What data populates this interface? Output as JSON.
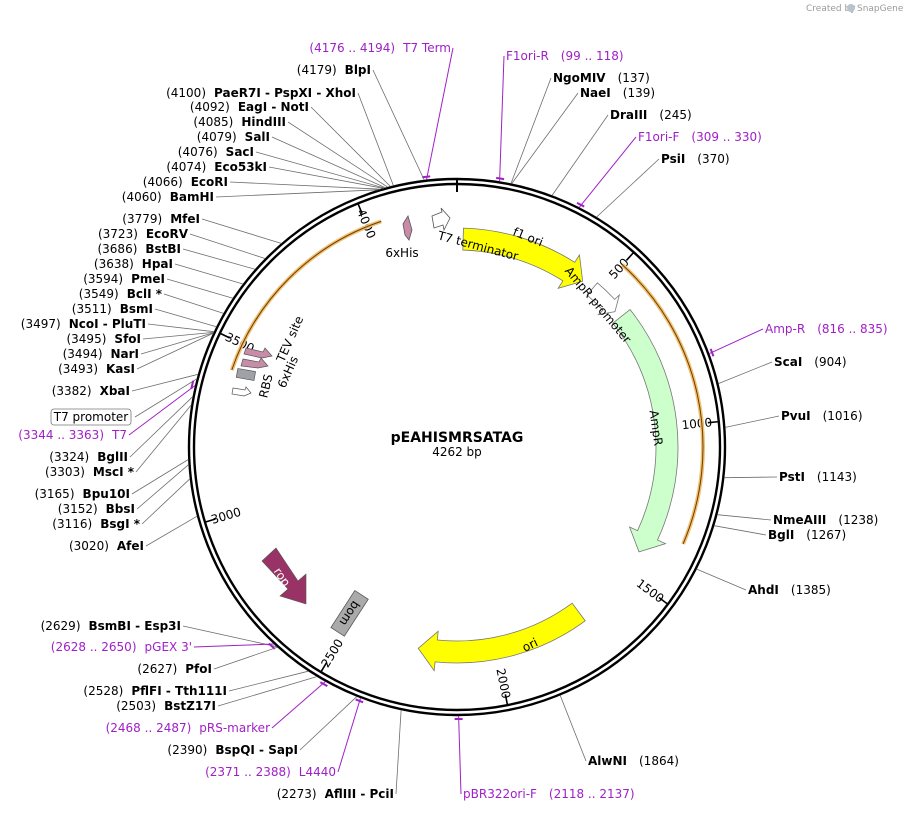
{
  "credit": {
    "text": "Created by",
    "brand": "SnapGene"
  },
  "plasmid": {
    "name": "pEAHISMRSATAG",
    "size_label": "4262 bp",
    "length": 4262
  },
  "scale_ticks": [
    "500",
    "1000",
    "1500",
    "2000",
    "2500",
    "3000",
    "3500",
    "4000"
  ],
  "colors": {
    "primer": "#a020c8",
    "ori": "#ffff00",
    "ampr": "#ccffcc",
    "rop": "#993366",
    "bom": "#aaaaaa",
    "orf": "#f0c070",
    "tag": "#c88ca8"
  },
  "right_labels": [
    {
      "type": "primer",
      "name": "F1ori-R",
      "range": "(99 .. 118)"
    },
    {
      "type": "enzyme",
      "name": "NgoMIV",
      "pos": "(137)"
    },
    {
      "type": "enzyme",
      "name": "NaeI",
      "pos": "(139)"
    },
    {
      "type": "enzyme",
      "name": "DraIII",
      "pos": "(245)"
    },
    {
      "type": "primer",
      "name": "F1ori-F",
      "range": "(309 .. 330)"
    },
    {
      "type": "enzyme",
      "name": "PsiI",
      "pos": "(370)"
    },
    {
      "type": "primer",
      "name": "Amp-R",
      "range": "(816 .. 835)"
    },
    {
      "type": "enzyme",
      "name": "ScaI",
      "pos": "(904)"
    },
    {
      "type": "enzyme",
      "name": "PvuI",
      "pos": "(1016)"
    },
    {
      "type": "enzyme",
      "name": "PstI",
      "pos": "(1143)"
    },
    {
      "type": "enzyme",
      "name": "NmeAIII",
      "pos": "(1238)"
    },
    {
      "type": "enzyme",
      "name": "BglI",
      "pos": "(1267)"
    },
    {
      "type": "enzyme",
      "name": "AhdI",
      "pos": "(1385)"
    },
    {
      "type": "enzyme",
      "name": "AlwNI",
      "pos": "(1864)"
    },
    {
      "type": "primer",
      "name": "pBR322ori-F",
      "range": "(2118 .. 2137)"
    }
  ],
  "left_labels": [
    {
      "type": "primer",
      "name": "T7 Term",
      "range": "(4176 .. 4194)"
    },
    {
      "type": "enzyme",
      "name": "BlpI",
      "pos": "(4179)"
    },
    {
      "type": "enzyme",
      "name": "PaeR7I  - PspXI  - XhoI",
      "pos": "(4100)"
    },
    {
      "type": "enzyme",
      "name": "EagI  - NotI",
      "pos": "(4092)"
    },
    {
      "type": "enzyme",
      "name": "HindIII",
      "pos": "(4085)"
    },
    {
      "type": "enzyme",
      "name": "SalI",
      "pos": "(4079)"
    },
    {
      "type": "enzyme",
      "name": "SacI",
      "pos": "(4076)"
    },
    {
      "type": "enzyme",
      "name": "Eco53kI",
      "pos": "(4074)"
    },
    {
      "type": "enzyme",
      "name": "EcoRI",
      "pos": "(4066)"
    },
    {
      "type": "enzyme",
      "name": "BamHI",
      "pos": "(4060)"
    },
    {
      "type": "enzyme",
      "name": "MfeI",
      "pos": "(3779)"
    },
    {
      "type": "enzyme",
      "name": "EcoRV",
      "pos": "(3723)"
    },
    {
      "type": "enzyme",
      "name": "BstBI",
      "pos": "(3686)"
    },
    {
      "type": "enzyme",
      "name": "HpaI",
      "pos": "(3638)"
    },
    {
      "type": "enzyme",
      "name": "PmeI",
      "pos": "(3594)"
    },
    {
      "type": "enzyme",
      "name": "BclI *",
      "pos": "(3549)"
    },
    {
      "type": "enzyme",
      "name": "BsmI",
      "pos": "(3511)"
    },
    {
      "type": "enzyme",
      "name": "NcoI  - PluTI",
      "pos": "(3497)"
    },
    {
      "type": "enzyme",
      "name": "SfoI",
      "pos": "(3495)"
    },
    {
      "type": "enzyme",
      "name": "NarI",
      "pos": "(3494)"
    },
    {
      "type": "enzyme",
      "name": "KasI",
      "pos": "(3493)"
    },
    {
      "type": "enzyme",
      "name": "XbaI",
      "pos": "(3382)"
    },
    {
      "type": "box",
      "name": "T7 promoter"
    },
    {
      "type": "primer",
      "name": "T7",
      "range": "(3344 .. 3363)"
    },
    {
      "type": "enzyme",
      "name": "BglII",
      "pos": "(3324)"
    },
    {
      "type": "enzyme",
      "name": "MscI *",
      "pos": "(3303)"
    },
    {
      "type": "enzyme",
      "name": "Bpu10I",
      "pos": "(3165)"
    },
    {
      "type": "enzyme",
      "name": "BbsI",
      "pos": "(3152)"
    },
    {
      "type": "enzyme",
      "name": "BsgI *",
      "pos": "(3116)"
    },
    {
      "type": "enzyme",
      "name": "AfeI",
      "pos": "(3020)"
    },
    {
      "type": "enzyme",
      "name": "BsmBI  - Esp3I",
      "pos": "(2629)"
    },
    {
      "type": "primer",
      "name": "pGEX 3'",
      "range": "(2628 .. 2650)"
    },
    {
      "type": "enzyme",
      "name": "PfoI",
      "pos": "(2627)"
    },
    {
      "type": "enzyme",
      "name": "PflFI  - Tth111I",
      "pos": "(2528)"
    },
    {
      "type": "enzyme",
      "name": "BstZ17I",
      "pos": "(2503)"
    },
    {
      "type": "primer",
      "name": "pRS-marker",
      "range": "(2468 .. 2487)"
    },
    {
      "type": "enzyme",
      "name": "BspQI  - SapI",
      "pos": "(2390)"
    },
    {
      "type": "primer",
      "name": "L4440",
      "range": "(2371 .. 2388)"
    },
    {
      "type": "enzyme",
      "name": "AflIII  - PciI",
      "pos": "(2273)"
    }
  ],
  "features": {
    "f1_ori": "f1 ori",
    "ampr_promoter": "AmpR promoter",
    "ampr": "AmpR",
    "ori": "ori",
    "bom": "bom",
    "rop": "rop",
    "t7_terminator": "T7 terminator",
    "his6_top": "6xHis",
    "tev": "TEV site",
    "his6_inner": "6xHis",
    "rbs": "RBS"
  }
}
